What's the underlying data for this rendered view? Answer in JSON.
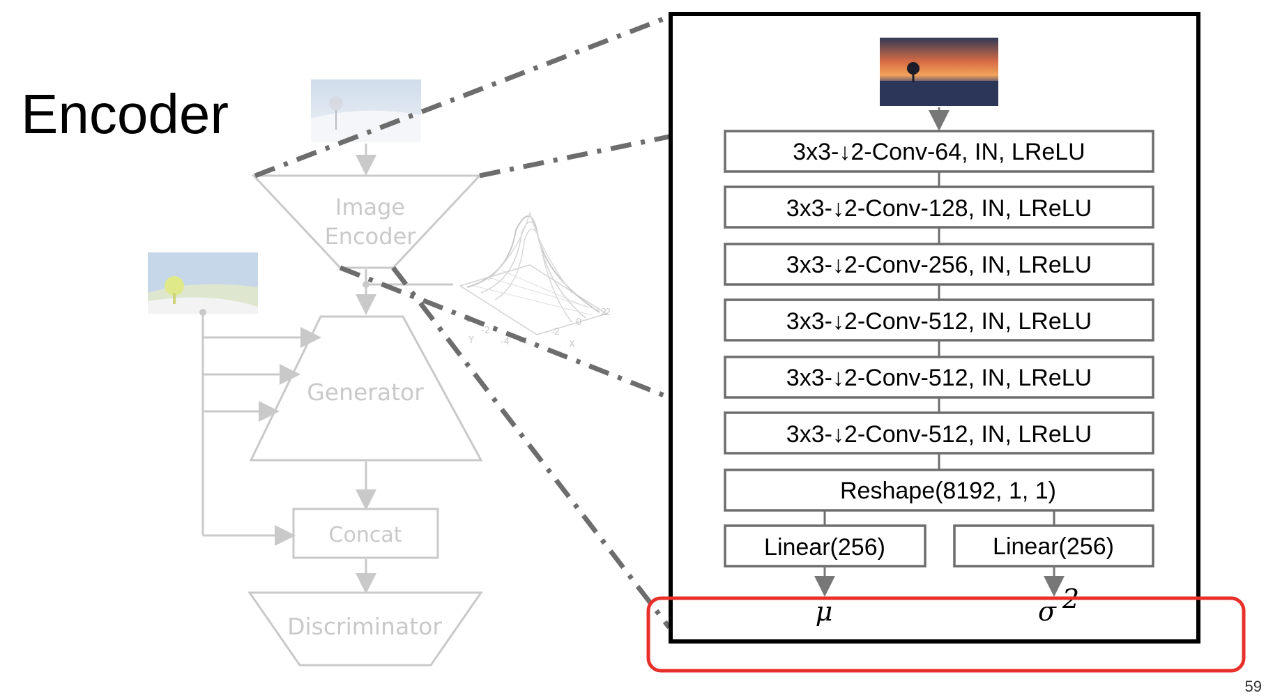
{
  "slide": {
    "title": "Encoder",
    "page_number": "59"
  },
  "left_diagram": {
    "image_encoder": [
      "Image",
      "Encoder"
    ],
    "generator": "Generator",
    "concat": "Concat",
    "discriminator": "Discriminator",
    "gaussian_ticks": {
      "y_axis": [
        "0",
        "-2",
        "-4"
      ],
      "x_axis": [
        "-4",
        "-2",
        "0",
        "2"
      ],
      "right": "2",
      "y_label": "Y",
      "x_label": "X"
    }
  },
  "encoder_detail": {
    "layers": [
      "3x3-↓2-Conv-64, IN, LReLU",
      "3x3-↓2-Conv-128, IN, LReLU",
      "3x3-↓2-Conv-256, IN, LReLU",
      "3x3-↓2-Conv-512, IN, LReLU",
      "3x3-↓2-Conv-512, IN, LReLU",
      "3x3-↓2-Conv-512, IN, LReLU",
      "Reshape(8192, 1, 1)"
    ],
    "linear_left": "Linear(256)",
    "linear_right": "Linear(256)",
    "output_mu": "μ",
    "output_sigma": "σ",
    "output_sigma_exp": "2"
  },
  "colors": {
    "highlight": "#e8302a",
    "faded": "#c9c9c9",
    "dashed": "#6d6d6d"
  }
}
